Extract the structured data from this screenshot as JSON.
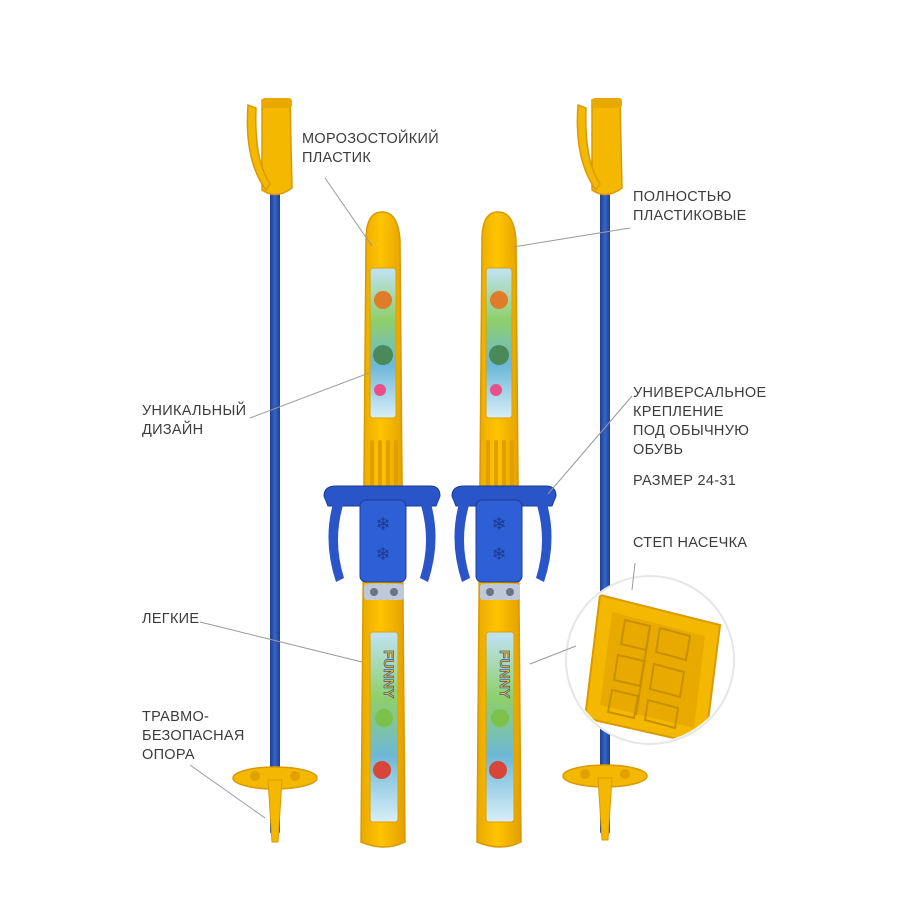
{
  "callouts": {
    "frost": [
      "МОРОЗОСТОЙКИЙ",
      "ПЛАСТИК"
    ],
    "plastic": [
      "ПОЛНОСТЬЮ",
      "ПЛАСТИКОВЫЕ"
    ],
    "design": [
      "УНИКАЛЬНЫЙ",
      "ДИЗАЙН"
    ],
    "binding": [
      "УНИВЕРСАЛЬНОЕ",
      "КРЕПЛЕНИЕ",
      "ПОД ОБЫЧНУЮ",
      "ОБУВЬ"
    ],
    "size": "РАЗМЕР 24-31",
    "step": "СТЕП НАСЕЧКА",
    "light": "ЛЕГКИЕ",
    "support": [
      "ТРАВМО-",
      "БЕЗОПАСНАЯ",
      "ОПОРА"
    ]
  },
  "ski_graphics": {
    "brand_text": "FUNNY"
  },
  "colors": {
    "ski_yellow": "#f5b800",
    "ski_yellow_dark": "#d99a00",
    "binding_blue": "#2a55c8",
    "pole_blue": "#2f56b4",
    "leader_line": "#9a9a9a",
    "text": "#3c3c3c"
  }
}
